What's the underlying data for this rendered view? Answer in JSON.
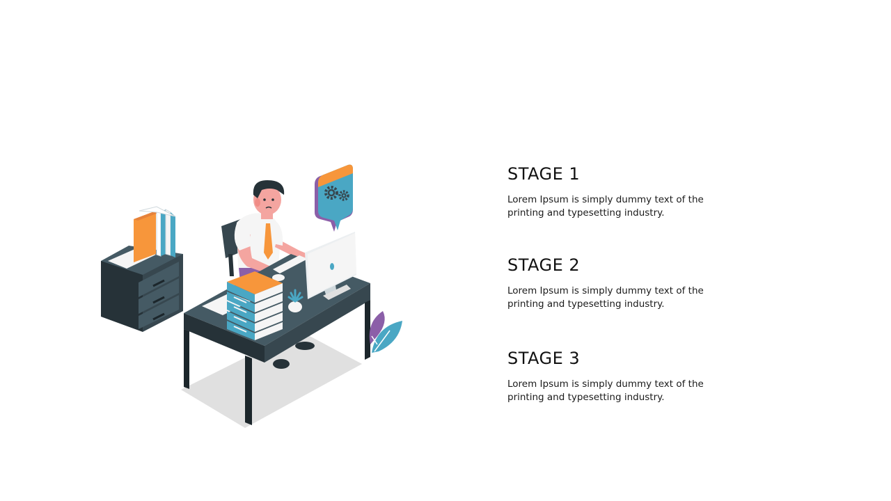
{
  "stages": [
    {
      "title": "STAGE 1",
      "text": "Lorem Ipsum is simply dummy  text of the printing and typesetting industry."
    },
    {
      "title": "STAGE 2",
      "text": "Lorem Ipsum is simply dummy  text of the printing and typesetting industry."
    },
    {
      "title": "STAGE 3",
      "text": "Lorem Ipsum is simply dummy  text of the printing and typesetting industry."
    }
  ],
  "colors": {
    "desk": "#37474f",
    "desk_dark": "#263238",
    "orange": "#f7963b",
    "blue": "#4aa7c4",
    "purple": "#8b5fa8",
    "skin": "#f4a5a0"
  },
  "icons": [
    "office-worker-illustration",
    "gear-speech-bubble-icon",
    "plant-icon",
    "binder-stack-icon",
    "monitor-icon"
  ]
}
